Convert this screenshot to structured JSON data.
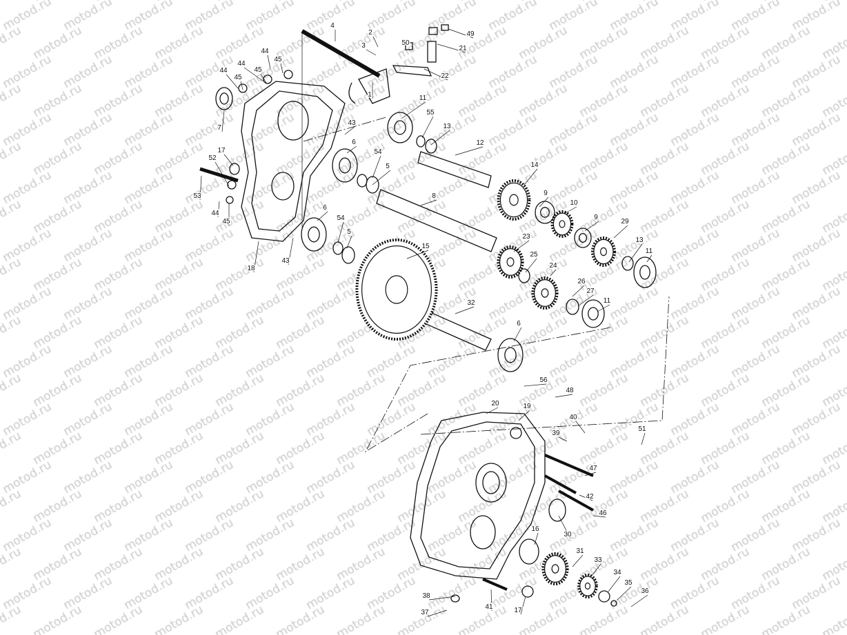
{
  "watermark": "motod.ru",
  "colors": {
    "line": "#111111",
    "watermark": "#c9c9c9",
    "background": "#ffffff"
  },
  "callouts": [
    "4",
    "2",
    "3",
    "50",
    "49",
    "21",
    "22",
    "1",
    "44",
    "45",
    "44",
    "45",
    "44",
    "45",
    "7",
    "43",
    "11",
    "55",
    "13",
    "12",
    "6",
    "54",
    "5",
    "17",
    "52",
    "53",
    "44",
    "45",
    "18",
    "43",
    "6",
    "54",
    "5",
    "14",
    "8",
    "9",
    "10",
    "9",
    "29",
    "15",
    "23",
    "25",
    "24",
    "13",
    "11",
    "26",
    "27",
    "11",
    "32",
    "6",
    "56",
    "48",
    "20",
    "19",
    "40",
    "39",
    "51",
    "47",
    "42",
    "46",
    "16",
    "30",
    "31",
    "33",
    "34",
    "35",
    "36",
    "38",
    "37",
    "41",
    "17"
  ]
}
